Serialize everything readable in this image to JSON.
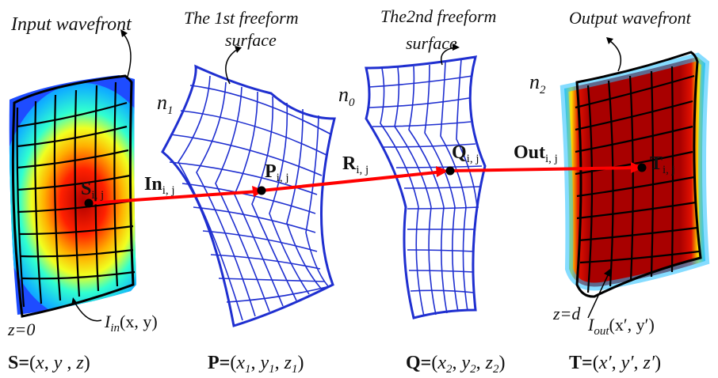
{
  "labels": {
    "input_wavefront": "Input wavefront",
    "surface1_line1": "The 1st freeform",
    "surface1_line2": "surface",
    "surface2_line1": "The2nd freeform",
    "surface2_line2": "surface",
    "output_wavefront": "Output wavefront",
    "n1": {
      "base": "n",
      "sub": "1"
    },
    "n0": {
      "base": "n",
      "sub": "0"
    },
    "n2": {
      "base": "n",
      "sub": "2"
    },
    "z0": "z=0",
    "zd": "z=d",
    "I_in": {
      "base": "I",
      "sub": "in",
      "args": "(x, y)"
    },
    "I_out": {
      "base": "I",
      "sub": "out",
      "args": "(x′, y′)"
    }
  },
  "points": {
    "S": {
      "base": "S",
      "sub": "i, j"
    },
    "P": {
      "base": "P",
      "sub": "i, j"
    },
    "Q": {
      "base": "Q",
      "sub": "i, j"
    },
    "T": {
      "base": "T",
      "sub": "i, j"
    }
  },
  "rays": {
    "In": {
      "base": "In",
      "sub": "i, j"
    },
    "R": {
      "base": "R",
      "sub": "i, j"
    },
    "Out": {
      "base": "Out",
      "sub": "i, j"
    }
  },
  "coords": {
    "S": {
      "lhs": "S=",
      "parts": [
        "(",
        "x",
        ", ",
        "y",
        " , ",
        "z",
        ")"
      ]
    },
    "P": {
      "lhs": "P=",
      "parts": [
        "(",
        "x",
        "1",
        ", ",
        "y",
        "1",
        ", ",
        "z",
        "1",
        ")"
      ]
    },
    "Q": {
      "lhs": "Q=",
      "parts": [
        "(",
        "x",
        "2",
        ", ",
        "y",
        "2",
        ", ",
        "z",
        "2",
        ")"
      ]
    },
    "T": {
      "lhs": "T=",
      "parts": [
        "(",
        "x′",
        ", ",
        "y′",
        ", ",
        "z′",
        ")"
      ]
    }
  },
  "colors": {
    "ray": "#ff0000",
    "surface_grid": "#1f2fd0",
    "wavefront_grid": "#000000",
    "heat_core": "#b00000",
    "heat_edge": "#1e5fff"
  }
}
